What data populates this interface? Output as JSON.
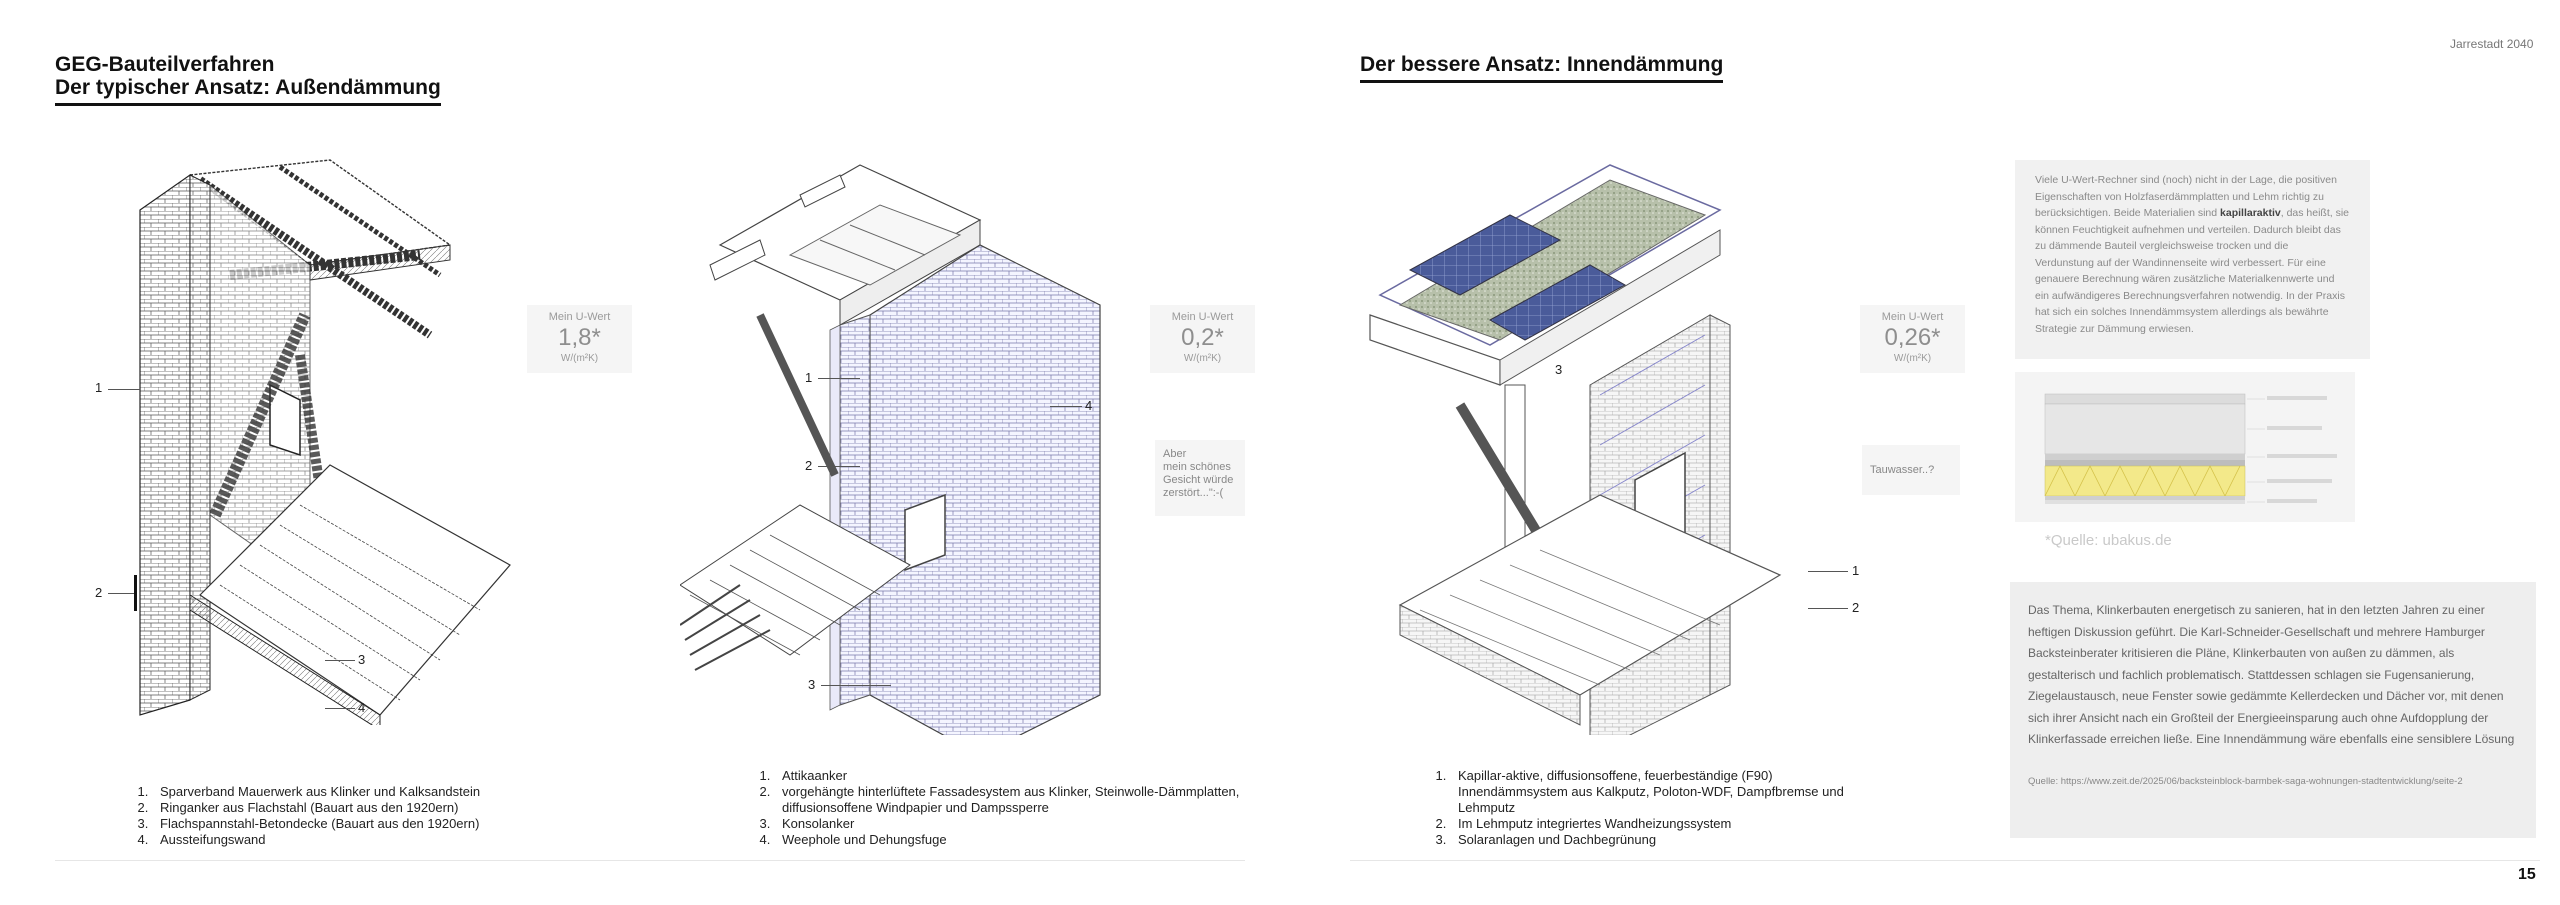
{
  "header": {
    "right_label": "Jarrestadt 2040"
  },
  "page_number": "15",
  "left": {
    "title_line1": "GEG-Bauteilverfahren",
    "title_line2": "Der typischer Ansatz: Außendämmung"
  },
  "right": {
    "title": "Der bessere Ansatz: Innendämmung"
  },
  "uwert": {
    "label": "Mein U-Wert",
    "unit": "W/(m²K)",
    "values": [
      "1,8*",
      "0,2*",
      "0,26*"
    ]
  },
  "notes": {
    "face": "Aber\nmein schönes\nGesicht würde\nzerstört...\":-(",
    "tauwasser": "Tauwasser..?"
  },
  "callouts": {
    "drawing1": [
      "1",
      "2",
      "3",
      "4"
    ],
    "drawing2": [
      "1",
      "2",
      "3",
      "4"
    ],
    "drawing3": [
      "3",
      "1",
      "2"
    ]
  },
  "lists": {
    "drawing1": [
      "Sparverband Mauerwerk aus Klinker und Kalksandstein",
      "Ringanker aus Flachstahl (Bauart aus den 1920ern)",
      "Flachspannstahl-Betondecke (Bauart aus den 1920ern)",
      "Aussteifungswand"
    ],
    "drawing2": [
      "Attikaanker",
      "vorgehängte hinterlüftete Fassadesystem aus Klinker, Steinwolle-Dämmplatten, diffusionsoffene Windpapier und Dampssperre",
      "Konsolanker",
      "Weephole und Dehungsfuge"
    ],
    "drawing3": [
      "Kapillar-aktive, diffusionsoffene, feuerbeständige (F90) Innendämmsystem aus Kalkputz, Poloton-WDF, Dampfbremse und Lehmputz",
      "Im Lehmputz integriertes Wandheizungssystem",
      "Solaranlagen und Dachbegrünung"
    ]
  },
  "info_box": {
    "text_before": "Viele U-Wert-Rechner sind (noch) nicht in der Lage, die positiven Eigenschaften von Holzfaserdämmplatten und Lehm richtig zu berücksichtigen. Beide Materialien sind ",
    "bold": "kapillaraktiv",
    "text_after": ", das heißt, sie können Feuchtigkeit aufnehmen und verteilen. Dadurch bleibt das zu dämmende Bauteil vergleichsweise trocken und die Verdunstung auf der Wandinnenseite wird verbessert. Für eine genauere Berechnung wären zusätzliche Materialkennwerte und ein aufwändigeres Berechnungsverfahren notwendig. In der Praxis hat sich ein solches Innendämmsystem allerdings als bewährte Strategie zur Dämmung erwiesen."
  },
  "quelle_caption": "*Quelle: ubakus.de",
  "quote_box": {
    "text": "Das Thema, Klinkerbauten energetisch zu sanieren, hat in den letzten Jahren zu einer heftigen Diskussion geführt. Die Karl-Schneider-Gesellschaft und mehrere Hamburger Backsteinberater kritisieren die Pläne, Klinkerbauten von außen zu dämmen, als gestalterisch und fachlich problematisch. Stattdessen schlagen sie Fugensanierung, Ziegelaustausch, neue Fenster sowie gedämmte Kellerdecken und Dächer vor, mit denen sich ihrer Ansicht nach ein Großteil der Energieeinsparung auch ohne Aufdopplung der Klinkerfassade erreichen ließe. Eine Innendämmung wäre ebenfalls eine sensiblere Lösung",
    "source": "Quelle: https://www.zeit.de/2025/06/backsteinblock-barmbek-saga-wohnungen-stadtentwicklung/seite-2"
  },
  "colors": {
    "text": "#1a1a1a",
    "panel": "#f1f1f1",
    "insulation_yellow": "#f3e98a",
    "solar_blue": "#4a5b9a",
    "green_roof": "#a9b49a"
  }
}
